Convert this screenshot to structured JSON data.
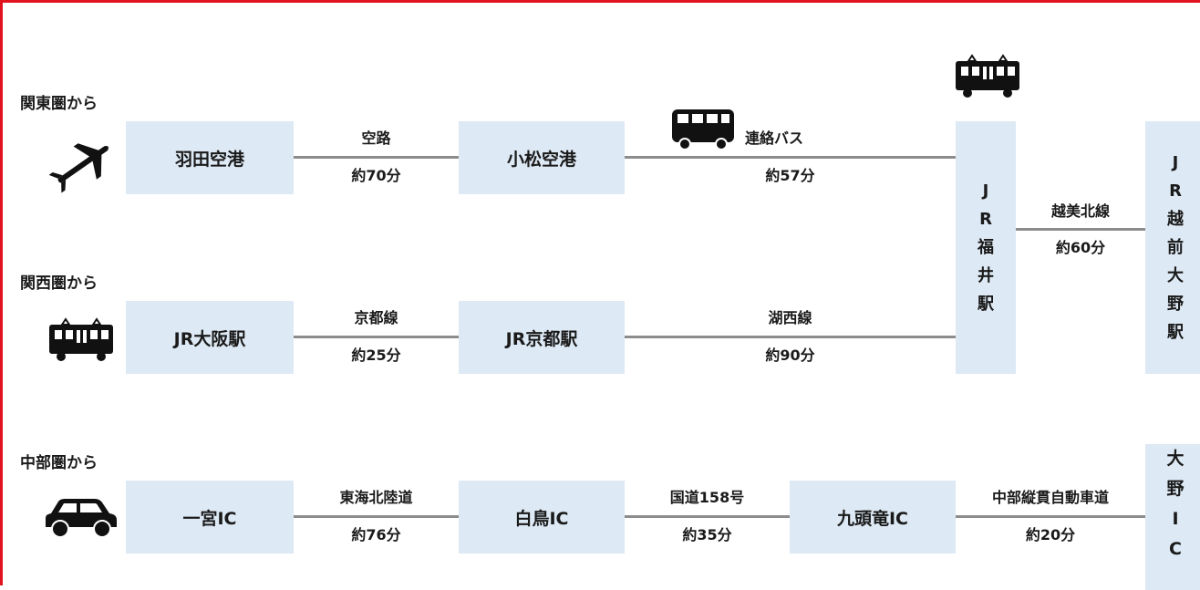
{
  "regions": {
    "kanto": "関東圏から",
    "kansai": "関西圏から",
    "chubu": "中部圏から"
  },
  "kanto": {
    "start": "羽田空港",
    "leg1": {
      "name": "空路",
      "time": "約70分"
    },
    "mid": "小松空港",
    "leg2": {
      "name": "連絡バス",
      "time": "約57分"
    }
  },
  "kansai": {
    "start": "JR大阪駅",
    "leg1": {
      "name": "京都線",
      "time": "約25分"
    },
    "mid": "JR京都駅",
    "leg2": {
      "name": "湖西線",
      "time": "約90分"
    }
  },
  "fukui": {
    "chars": [
      "J",
      "R",
      "福",
      "井",
      "駅"
    ]
  },
  "echizen_line": {
    "name": "越美北線",
    "time": "約60分"
  },
  "ono_station": {
    "chars": [
      "J",
      "R",
      "越",
      "前",
      "大",
      "野",
      "駅"
    ]
  },
  "chubu": {
    "start": "一宮IC",
    "leg1": {
      "name": "東海北陸道",
      "time": "約76分"
    },
    "mid1": "白鳥IC",
    "leg2": {
      "name": "国道158号",
      "time": "約35分"
    },
    "mid2": "九頭竜IC",
    "leg3": {
      "name": "中部縦貫自動車道",
      "time": "約20分"
    }
  },
  "ono_ic": {
    "chars": [
      "大",
      "野",
      "I",
      "C"
    ]
  },
  "icons": [
    "airplane-icon",
    "bus-icon",
    "train-icon",
    "car-icon"
  ],
  "colors": {
    "frame": "#e0141e",
    "box": "#dde9f4",
    "line": "#8c8c8c"
  }
}
